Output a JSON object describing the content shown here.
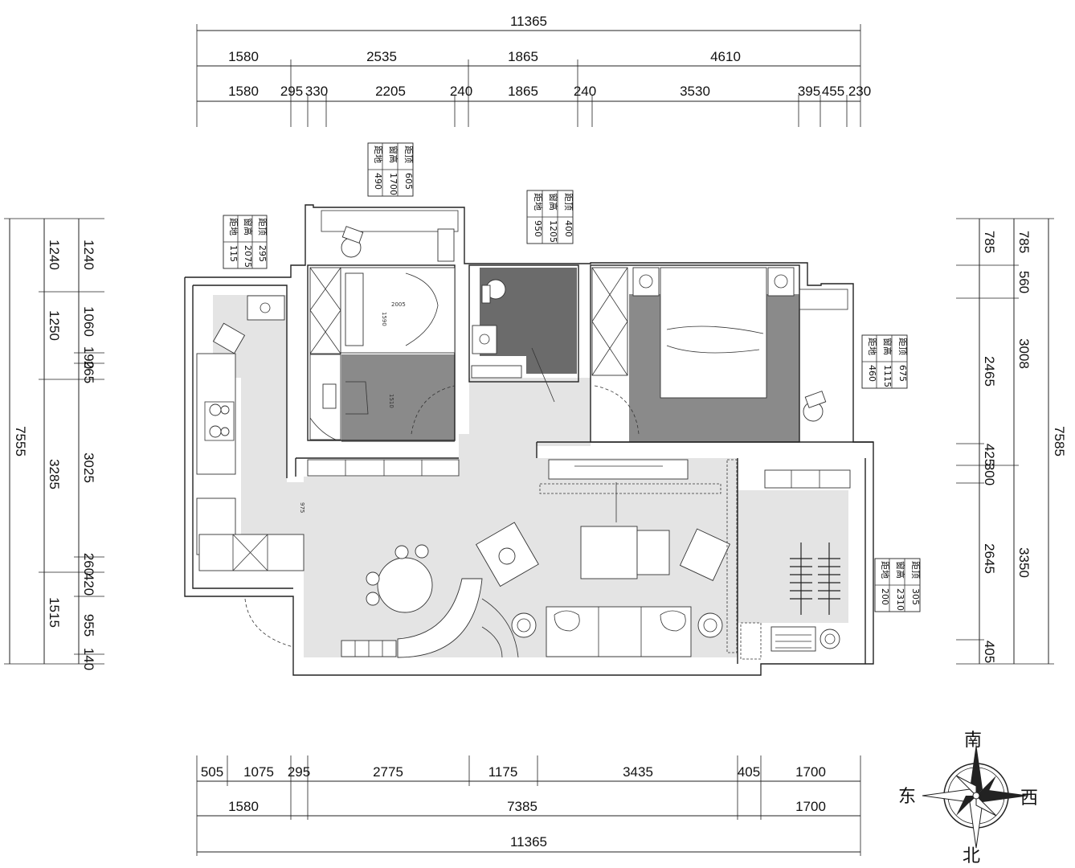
{
  "dimensions": {
    "top": {
      "total": "11365",
      "row1": [
        "1580",
        "2535",
        "1865",
        "4610"
      ],
      "row2": [
        "1580",
        "295",
        "330",
        "2205",
        "240",
        "1865",
        "240",
        "3530",
        "395",
        "455",
        "230"
      ]
    },
    "bottom": {
      "total": "11365",
      "row1": [
        "505",
        "1075",
        "295",
        "2775",
        "1175",
        "3435",
        "405",
        "1700"
      ],
      "row2": [
        "1580",
        "7385",
        "1700"
      ]
    },
    "left": {
      "total": "7555",
      "row1": [
        "1240",
        "1250",
        "3285",
        "1515"
      ],
      "row2": [
        "1240",
        "1060",
        "190",
        "265",
        "3025",
        "260",
        "420",
        "955",
        "140"
      ]
    },
    "right": {
      "total": "7585",
      "row1": [
        "785",
        "560",
        "3008",
        "3350"
      ],
      "row2": [
        "785",
        "2465",
        "425",
        "300",
        "2645",
        "405"
      ]
    }
  },
  "window_tables": [
    {
      "id": "kitchen",
      "labels": [
        "距顶",
        "窗高",
        "距地"
      ],
      "values": [
        "295",
        "2075",
        "115"
      ]
    },
    {
      "id": "bedroom2",
      "labels": [
        "距顶",
        "窗高",
        "距地"
      ],
      "values": [
        "605",
        "1700",
        "490"
      ]
    },
    {
      "id": "bathroom",
      "labels": [
        "距顶",
        "窗高",
        "距地"
      ],
      "values": [
        "400",
        "1205",
        "950"
      ]
    },
    {
      "id": "master",
      "labels": [
        "距顶",
        "窗高",
        "距地"
      ],
      "values": [
        "675",
        "1115",
        "460"
      ]
    },
    {
      "id": "balcony",
      "labels": [
        "距顶",
        "窗高",
        "距地"
      ],
      "values": [
        "305",
        "2310",
        "200"
      ]
    }
  ],
  "annotations": {
    "bed_width": "1590",
    "bed_length": "2005",
    "study_dim": "1510",
    "hall_dim": "975"
  },
  "compass": {
    "south": "南",
    "west": "西",
    "east": "东",
    "north": "北"
  }
}
